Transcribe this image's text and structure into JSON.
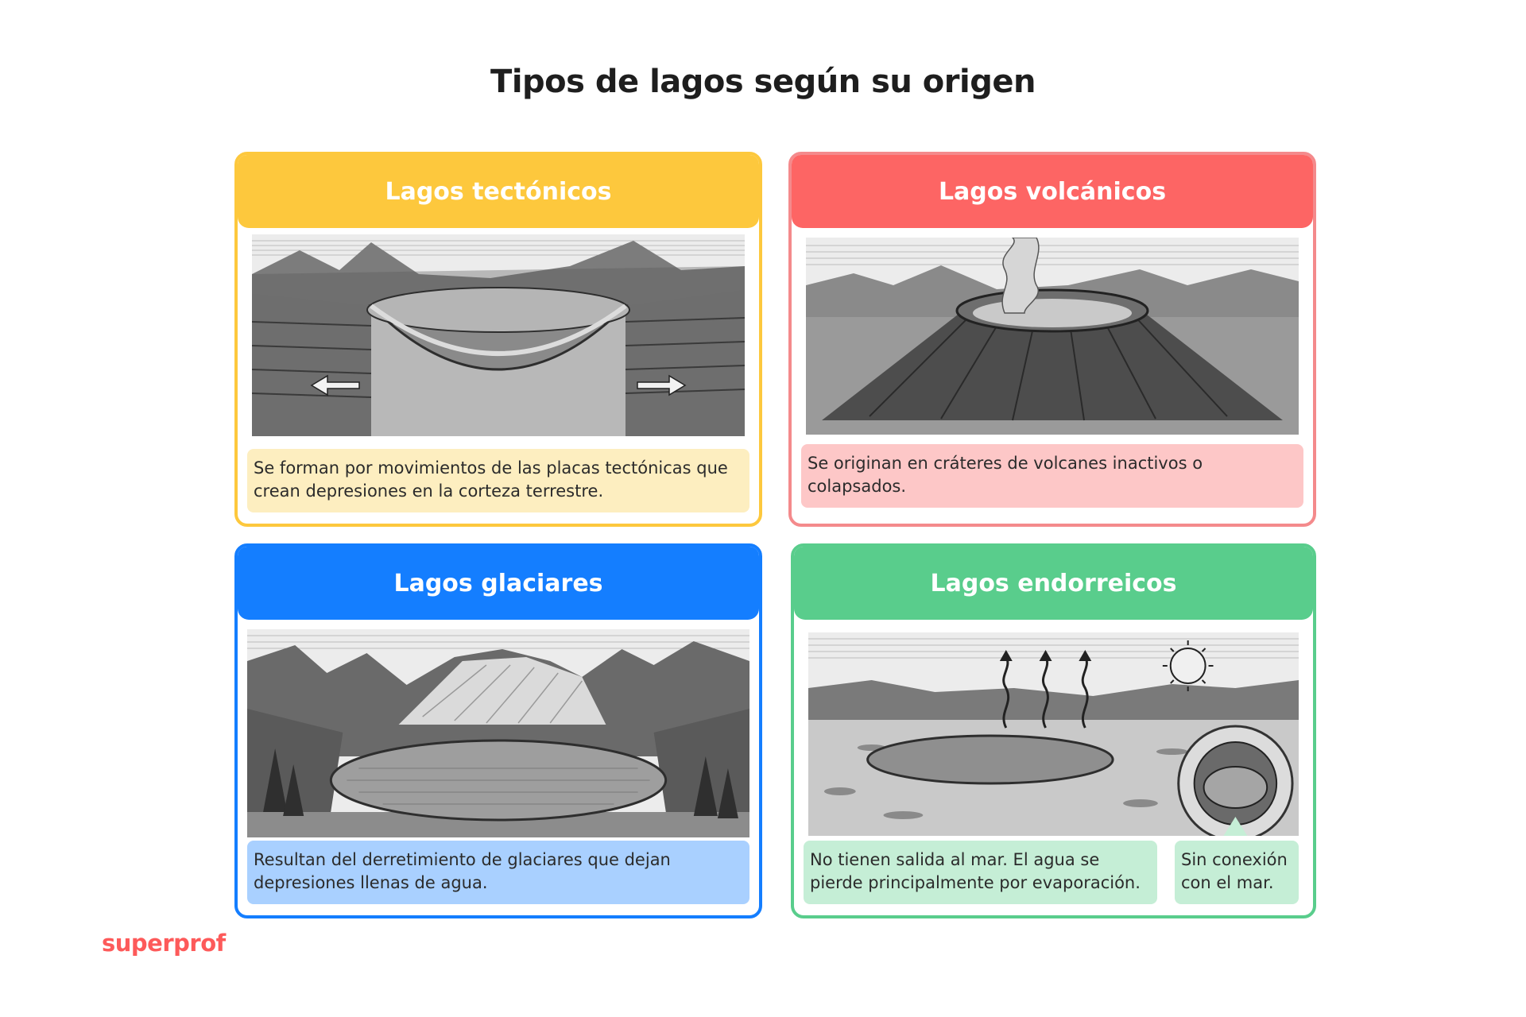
{
  "title": "Tipos de lagos según su origen",
  "cards": [
    {
      "heading": "Lagos tectónicos",
      "description": "Se forman por movimientos de las placas tectónicas que crean depresiones en la corteza terrestre.",
      "accent": "#fdc83d",
      "desc_bg": "#fdeec0"
    },
    {
      "heading": "Lagos volcánicos",
      "description": "Se originan en cráteres de volcanes inactivos o colapsados.",
      "accent": "#fd6564",
      "desc_bg": "#fdc7c7"
    },
    {
      "heading": "Lagos glaciares",
      "description": "Resultan del derretimiento de glaciares que dejan depresiones llenas de agua.",
      "accent": "#147eff",
      "desc_bg": "#a9d0ff"
    },
    {
      "heading": "Lagos endorreicos",
      "description": "No tienen salida al mar. El agua se pierde principalmente por evaporación.",
      "callout": "Sin conexión con el mar.",
      "accent": "#59cd8c",
      "desc_bg": "#c5eed6"
    }
  ],
  "brand": "superprof"
}
